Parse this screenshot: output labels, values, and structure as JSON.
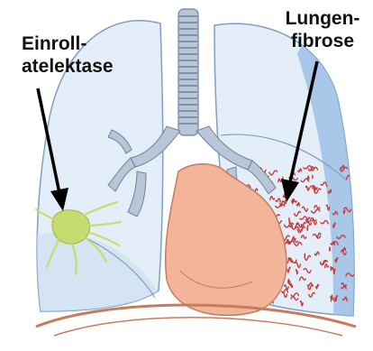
{
  "labels": {
    "einroll": {
      "line1": "Einroll-",
      "line2": "atelektase"
    },
    "lungen": {
      "line1": "Lungen-",
      "line2": "fibrose"
    }
  },
  "colors": {
    "lung_fill": "#e4eef8",
    "lung_edge": "#7f9fc6",
    "pleura_blue": "#9ec0e6",
    "trachea": "#b9c6d8",
    "trachea_ring": "#6f819c",
    "heart_fill": "#f2b59a",
    "heart_edge": "#c87a5e",
    "atelectasis": "#c7dc6e",
    "fibrosis": "#c83a3a",
    "diaphragm": "#c87a5e",
    "arrow": "#000000"
  }
}
